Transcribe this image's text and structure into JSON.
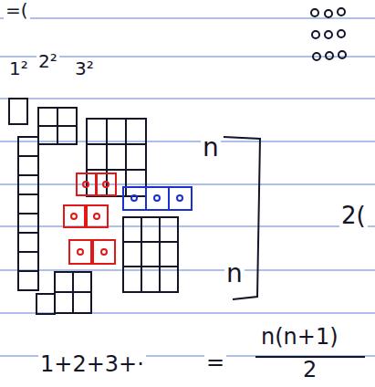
{
  "diagram": {
    "labels": [
      "=(",
      "1²",
      "2²",
      "3²",
      "n",
      "n",
      "2(",
      "1+2+3+·",
      "=",
      "n(n+1)",
      "2"
    ]
  }
}
